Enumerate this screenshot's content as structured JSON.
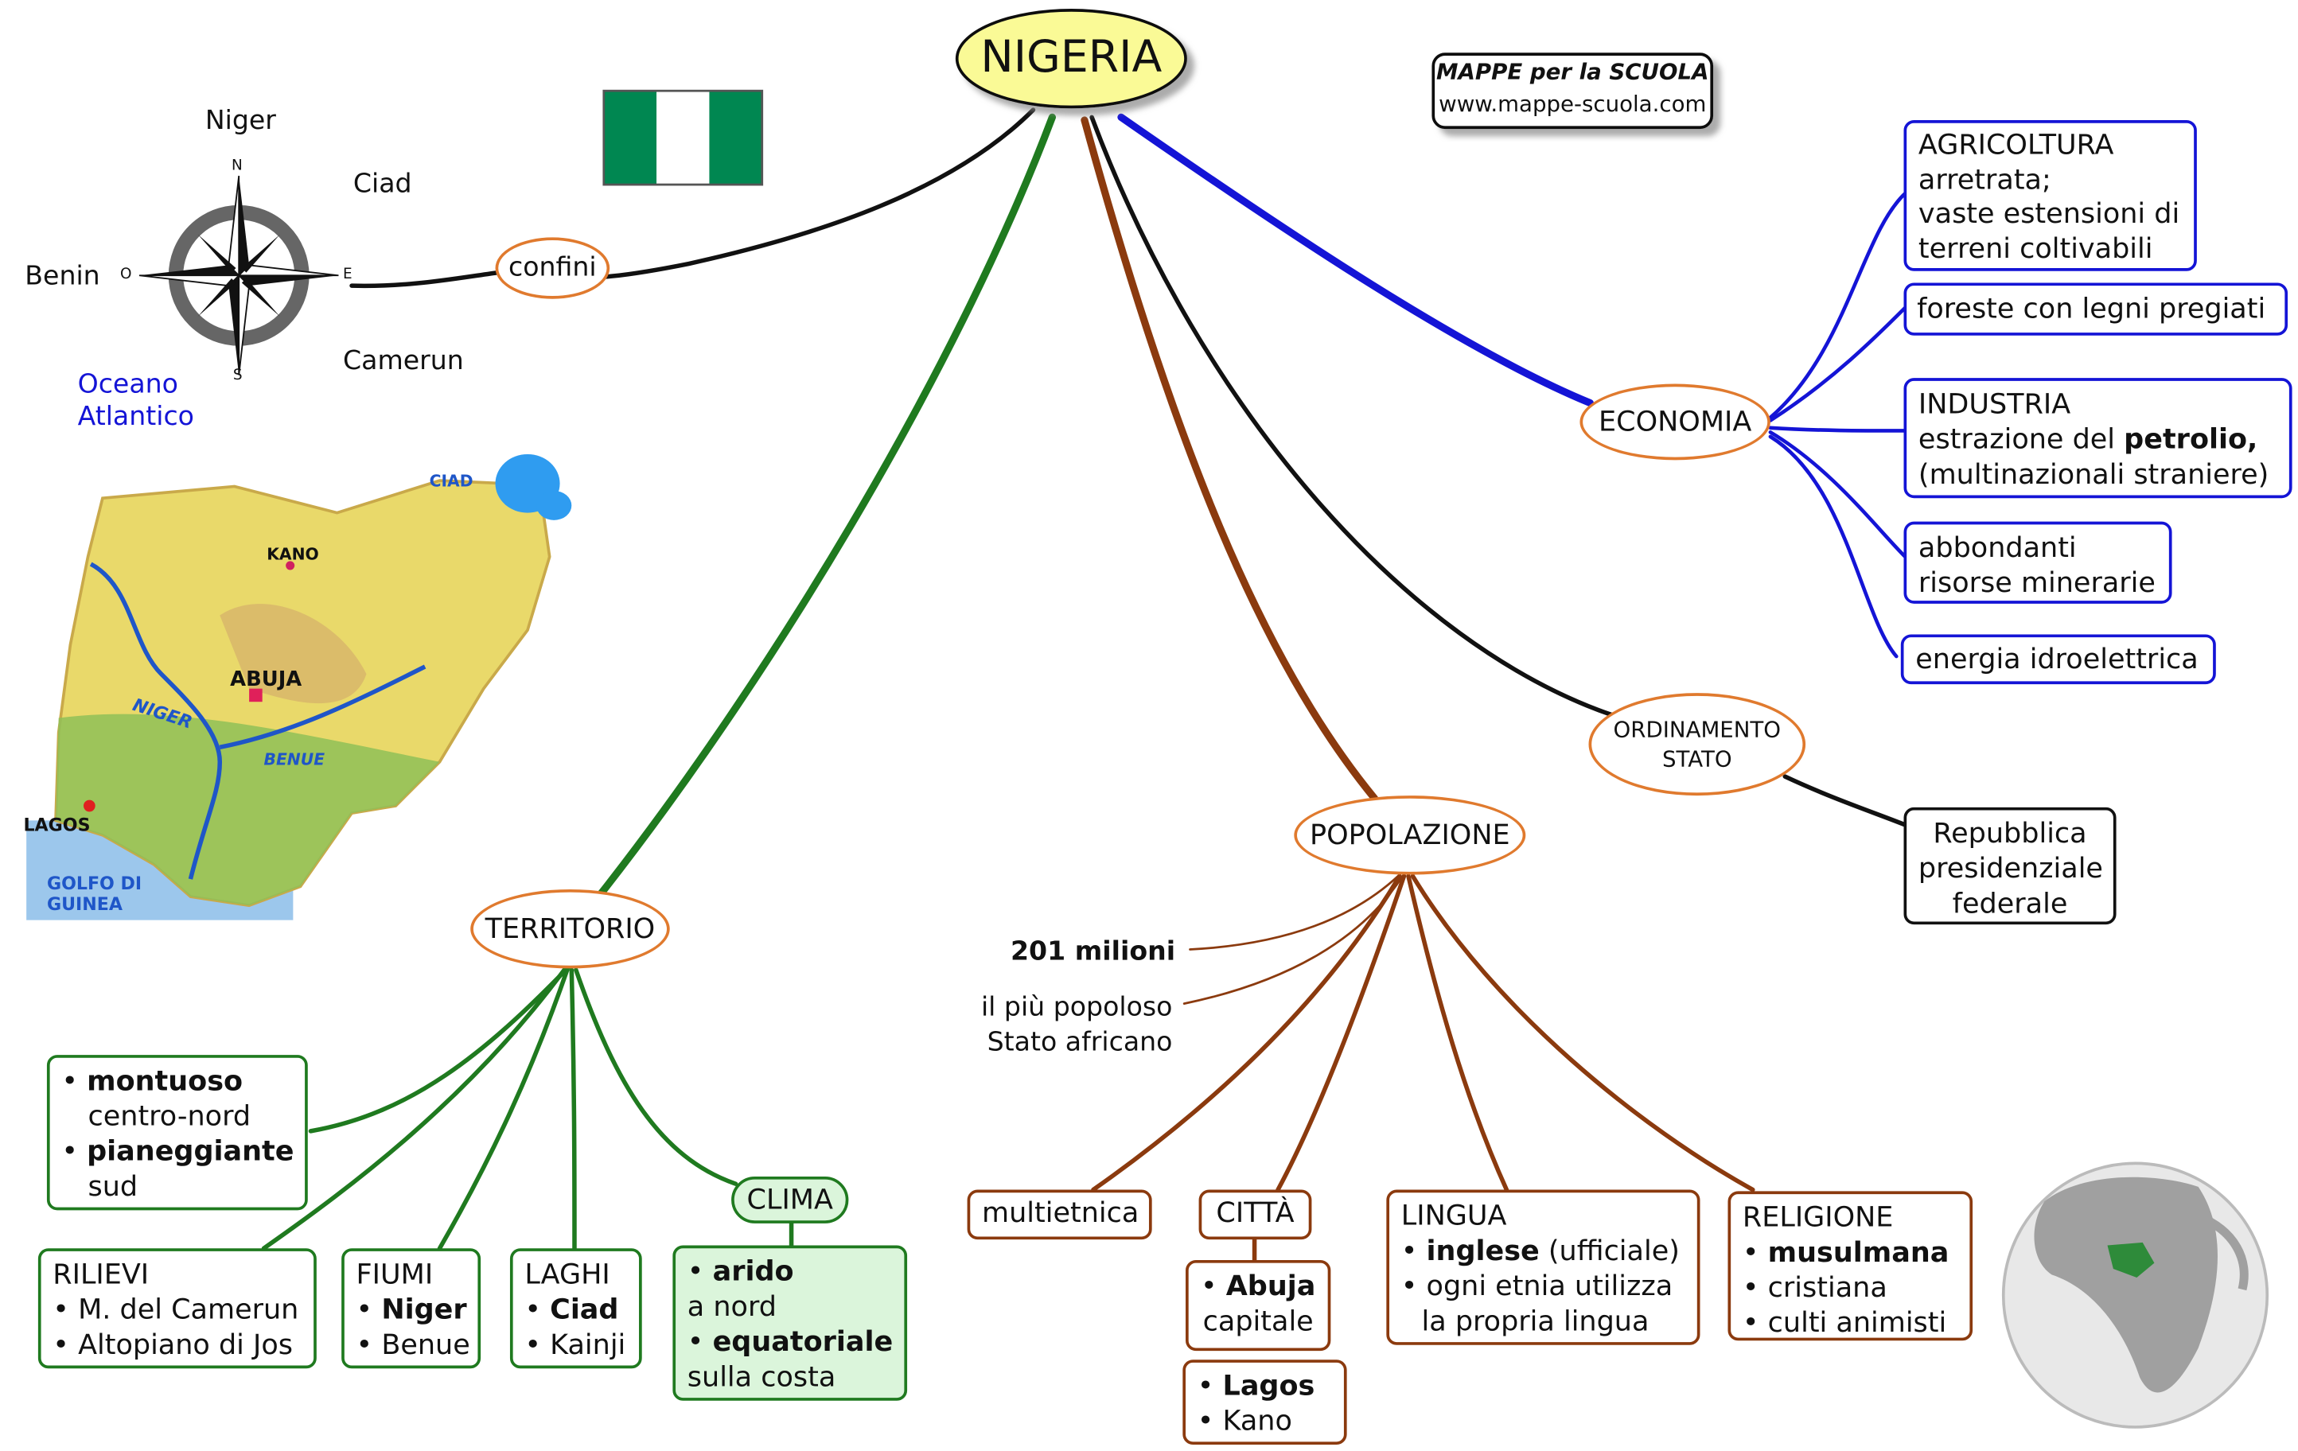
{
  "title": "NIGERIA",
  "credit": {
    "title": "MAPPE per la SCUOLA",
    "url": "www.mappe-scuola.com"
  },
  "colors": {
    "territorio": "#1f7a1f",
    "popolazione": "#8b3a0e",
    "economia": "#1414d6",
    "ordinamento": "#111111",
    "accent": "#e07a2e",
    "title_fill": "#fafa96"
  },
  "compass": {
    "north": "N",
    "south": "S",
    "east": "E",
    "west": "O",
    "neighbours": {
      "north": "Niger",
      "northeast": "Ciad",
      "west": "Benin",
      "southeast": "Camerun"
    },
    "ocean": [
      "Oceano",
      "Atlantico"
    ]
  },
  "confini": "confini",
  "map_labels": {
    "ciad": "CIAD",
    "kano": "KANO",
    "abuja": "ABUJA",
    "niger": "NIGER",
    "benue": "BENUE",
    "lagos": "LAGOS",
    "gulf": [
      "GOLFO DI",
      "GUINEA"
    ]
  },
  "territorio": {
    "label": "TERRITORIO",
    "relief_box": {
      "l1": "montuoso",
      "l2": "centro-nord",
      "l3": "pianeggiante",
      "l4": "sud"
    },
    "rilievi": {
      "title": "RILIEVI",
      "items": [
        "M. del Camerun",
        "Altopiano di Jos"
      ]
    },
    "fiumi": {
      "title": "FIUMI",
      "items": [
        "Niger",
        "Benue"
      ]
    },
    "laghi": {
      "title": "LAGHI",
      "items": [
        "Ciad",
        "Kainji"
      ]
    },
    "clima": {
      "label": "CLIMA",
      "l1": "arido",
      "l2": "a nord",
      "l3": "equatoriale",
      "l4": "sulla costa"
    }
  },
  "popolazione": {
    "label": "POPOLAZIONE",
    "count": "201 milioni",
    "note": [
      "il più popoloso",
      "Stato africano"
    ],
    "multietnica": "multietnica",
    "citta": {
      "label": "CITTÀ",
      "capital": "Abuja",
      "capital_note": "capitale",
      "others": [
        "Lagos",
        "Kano"
      ]
    },
    "lingua": {
      "title": "LINGUA",
      "l1_bold": "inglese",
      "l1_rest": " (ufficiale)",
      "l2": "ogni etnia utilizza",
      "l3": "la propria lingua"
    },
    "religione": {
      "title": "RELIGIONE",
      "items": [
        "musulmana",
        "cristiana",
        "culti animisti"
      ]
    }
  },
  "economia": {
    "label": "ECONOMIA",
    "agricoltura": [
      "AGRICOLTURA",
      "arretrata;",
      "vaste estensioni di",
      "terreni coltivabili"
    ],
    "foreste": "foreste con legni pregiati",
    "industria": {
      "title": "INDUSTRIA",
      "l2_pre": "estrazione del ",
      "l2_bold": "petrolio,",
      "l3": "(multinazionali straniere)"
    },
    "minerarie": [
      "abbondanti",
      "risorse minerarie"
    ],
    "energia": "energia idroelettrica"
  },
  "ordinamento": {
    "label": [
      "ORDINAMENTO",
      "STATO"
    ],
    "value": [
      "Repubblica",
      "presidenziale",
      "federale"
    ]
  }
}
